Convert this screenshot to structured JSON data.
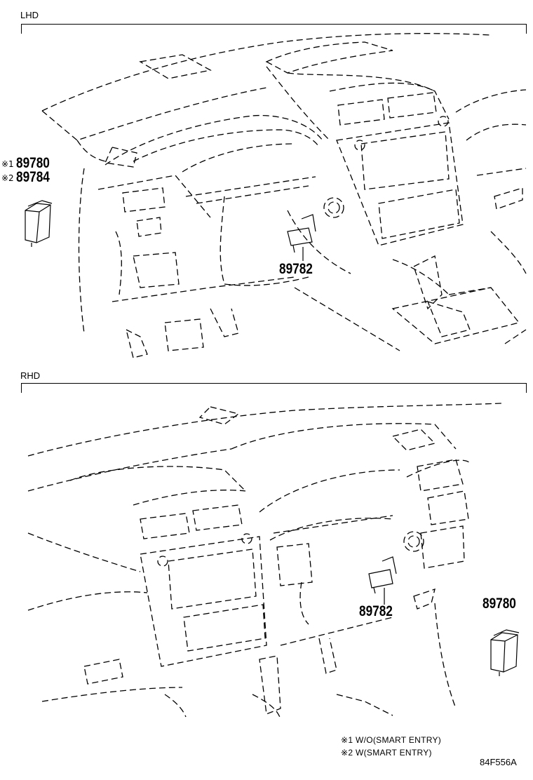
{
  "sections": {
    "lhd": {
      "label": "LHD"
    },
    "rhd": {
      "label": "RHD"
    }
  },
  "parts": {
    "lhd_89780": {
      "mark": "※1",
      "number": "89780"
    },
    "lhd_89784": {
      "mark": "※2",
      "number": "89784"
    },
    "lhd_89782": {
      "number": "89782"
    },
    "rhd_89782": {
      "number": "89782"
    },
    "rhd_89780": {
      "number": "89780"
    }
  },
  "notes": [
    "※1 W/O(SMART ENTRY)",
    "※2 W(SMART ENTRY)"
  ],
  "figure_code": "84F556A"
}
